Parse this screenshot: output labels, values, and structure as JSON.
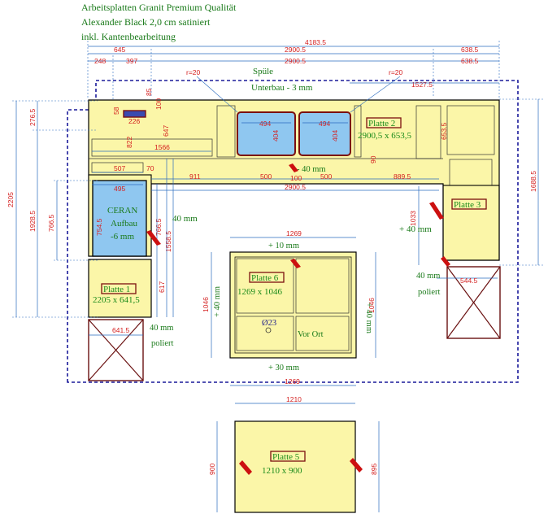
{
  "header": {
    "line1": "Arbeitsplatten Granit Premium Qualität",
    "line2": "Alexander Black 2,0 cm satiniert",
    "line3": "inkl. Kantenbearbeitung"
  },
  "labels": {
    "spuele": "Spüle",
    "unterbau": "Unterbau - 3 mm",
    "r20_left": "r=20",
    "r20_right": "r=20",
    "ceran1": "CERAN",
    "ceran2": "Aufbau",
    "ceran3": "-6 mm",
    "mm40_mid": "40 mm",
    "mm40_left": "40 mm",
    "poliert_left": "poliert",
    "mm40_right_top": "+ 40 mm",
    "mm40_right": "40 mm",
    "poliert_right": "poliert",
    "mm40_sink": "- 40 mm",
    "p6_top_plus": "+ 10 mm",
    "p6_left_plus": "+ 40 mm",
    "p6_right_plus": "+ 40 mm",
    "p6_bottom_plus": "+ 30 mm",
    "d23": "Ø23",
    "vor_ort": "Vor Ort"
  },
  "slabs": {
    "p1_name": "Platte 1",
    "p1_size": "2205 x 641,5",
    "p2_name": "Platte 2",
    "p2_size": "2900,5 x 653,5",
    "p3_name": "Platte 3",
    "p5_name": "Platte 5",
    "p5_size": "1210 x 900",
    "p6_name": "Platte 6",
    "p6_size": "1269 x 1046"
  },
  "dims": {
    "d4183": "4183.5",
    "d645": "645",
    "d2900a": "2900.5",
    "d638a": "638.5",
    "d248": "248",
    "d397": "397",
    "d2900b": "2900.5",
    "d638b": "638.5",
    "d1527": "1527.5",
    "d276": "276.5",
    "d2205": "2205",
    "d1928": "1928.5",
    "d766a": "766.5",
    "d58": "58",
    "d226": "226",
    "d100a": "100",
    "d85": "85",
    "d822": "822",
    "d647": "647",
    "d1566": "1566",
    "d494a": "494",
    "d404a": "404",
    "d494b": "494",
    "d404b": "404",
    "d653": "653.5",
    "d1688": "1688.5",
    "d507": "507",
    "d495": "495",
    "d70": "70",
    "d911": "911",
    "d500a": "500",
    "d100b": "100",
    "d500b": "500",
    "d889": "889.5",
    "d90": "90",
    "d2900c": "2900.5",
    "d754": "754.5",
    "d766b": "766.5",
    "d1558": "1558.5",
    "d617": "617",
    "d1033": "1033",
    "d544": "544.5",
    "d641": "641.5",
    "d1269a": "1269",
    "d1046a": "1046",
    "d1046b": "1046",
    "d1269b": "1269",
    "d1210": "1210",
    "d900": "900",
    "d895": "895"
  }
}
